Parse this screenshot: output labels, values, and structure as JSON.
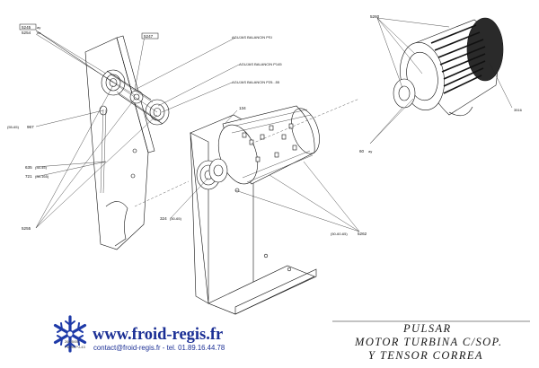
{
  "parts": {
    "ref_5245": "5245",
    "ref_5254": "5254",
    "ref_5247": "5247",
    "ref_967": "967",
    "ref_635": "635",
    "ref_721": "721",
    "ref_5255": "5255",
    "ref_134": "134",
    "ref_324": "324",
    "ref_5262": "5262",
    "ref_5260": "5260",
    "ref_60": "60"
  },
  "notes": {
    "n_5245": "ay",
    "n_5254": "ne",
    "n_967_pre": "(55-65)",
    "n_635": "(35-45)",
    "n_721": "(35-165)",
    "n_324": "(50-65)",
    "n_5262_pre": "(50-60-65)",
    "n_60": "ay",
    "n_3516": "3516"
  },
  "callouts": {
    "c1": "AGUJAS BALANCIN PSI",
    "c2": "AGUJAS BALANCIN P145",
    "c3": "AGUJAS BALANCIN P25...55"
  },
  "title": {
    "line1": "PULSAR",
    "line2": "MOTOR TURBINA C/SOP.",
    "line3": "Y TENSOR CORREA"
  },
  "brand": {
    "url": "www.froid-regis.fr",
    "contact": "contact@froid-regis.fr - tel. 01.89.16.44.78",
    "logo_icon": "snowflake-logo-icon"
  },
  "stamp": {
    "line1": "26/05/05",
    "line2": "PDVB-PJ-43"
  }
}
